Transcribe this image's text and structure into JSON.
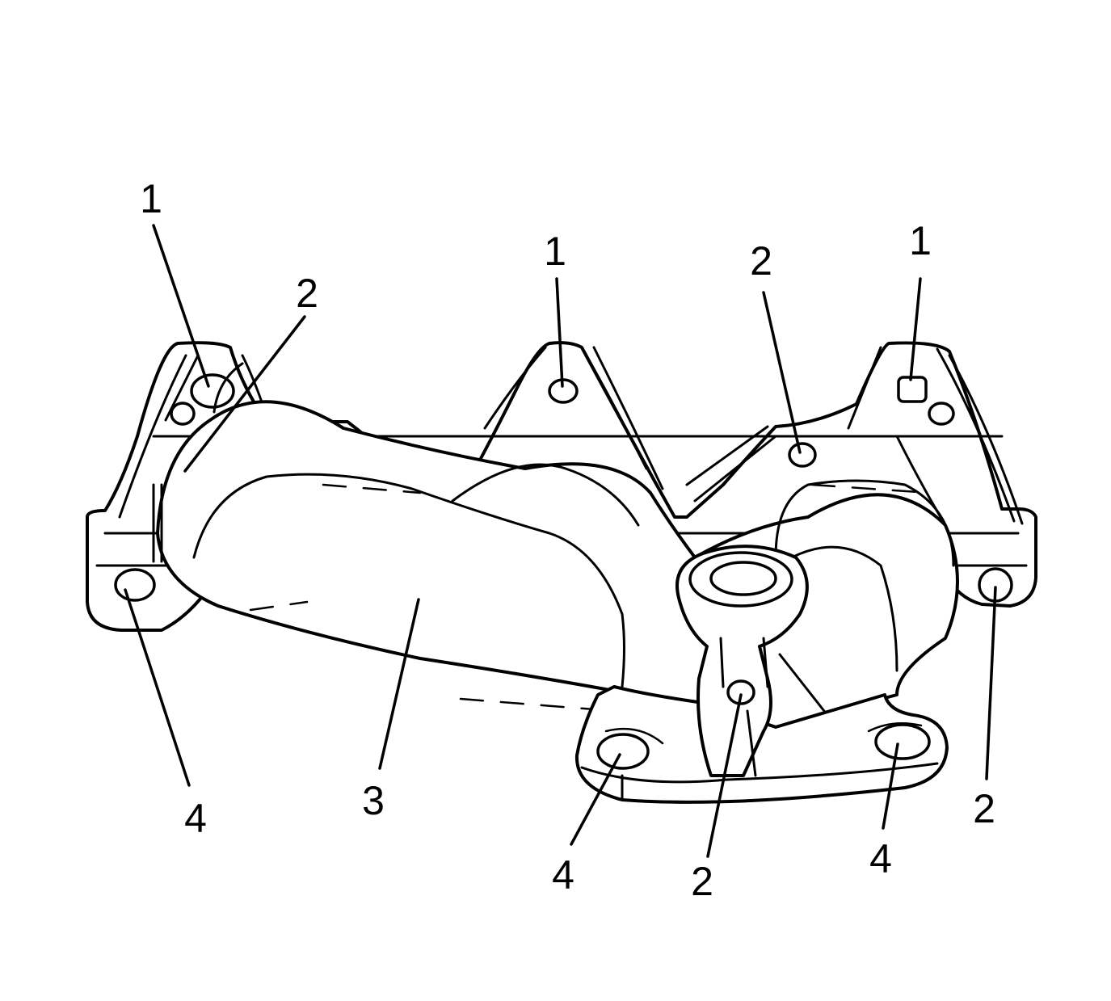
{
  "figure": {
    "subject": "exhaust-manifold",
    "line_color": "#000000",
    "background": "#ffffff"
  },
  "callouts": [
    {
      "id": "c1a",
      "label": "1"
    },
    {
      "id": "c1b",
      "label": "1"
    },
    {
      "id": "c1c",
      "label": "1"
    },
    {
      "id": "c2a",
      "label": "2"
    },
    {
      "id": "c2b",
      "label": "2"
    },
    {
      "id": "c2c",
      "label": "2"
    },
    {
      "id": "c2d",
      "label": "2"
    },
    {
      "id": "c3",
      "label": "3"
    },
    {
      "id": "c4a",
      "label": "4"
    },
    {
      "id": "c4b",
      "label": "4"
    },
    {
      "id": "c4c",
      "label": "4"
    }
  ]
}
